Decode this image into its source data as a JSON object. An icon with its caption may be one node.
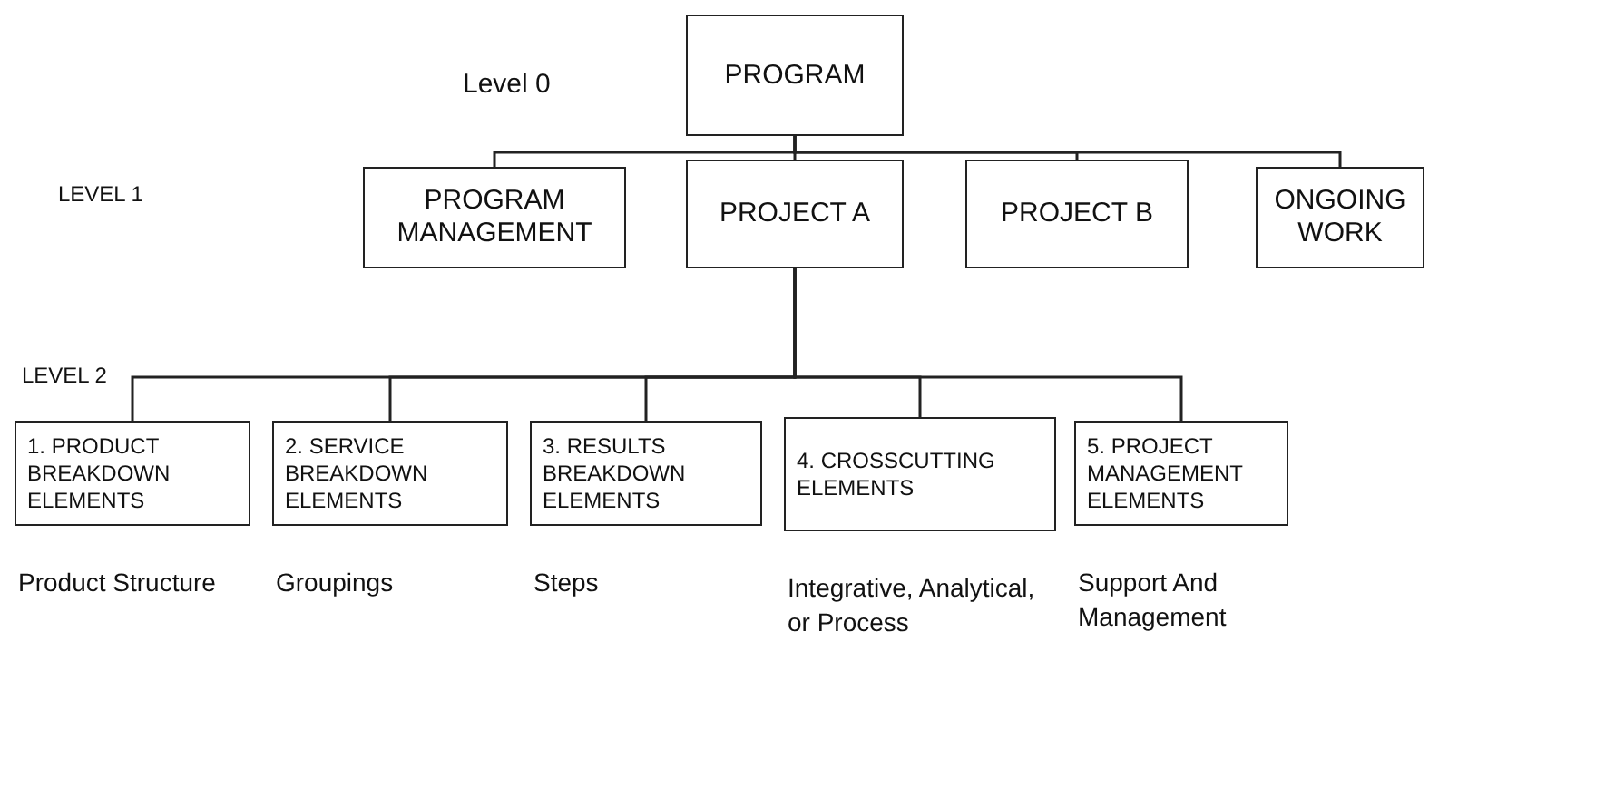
{
  "diagram": {
    "nodes": [
      {
        "text": [
          "PROGRAM"
        ]
      },
      {
        "text": [
          "PROGRAM MANAGEMENT"
        ]
      },
      {
        "text": [
          "PROJECT A"
        ]
      },
      {
        "text": [
          "PROJECT B"
        ]
      },
      {
        "text": [
          "ONGOING WORK"
        ]
      },
      {
        "text": [
          "1. PRODUCT BREAKDOWN ELEMENTS"
        ],
        "beside": [
          "Product Structure"
        ]
      },
      {
        "text": [
          "2. SERVICE BREAKDOWN ELEMENTS"
        ],
        "beside": [
          "Groupings"
        ]
      },
      {
        "text": [
          "3. RESULTS BREAKDOWN ELEMENTS"
        ],
        "beside": [
          "Steps"
        ]
      },
      {
        "text": [
          "4. CROSSCUTTING ELEMENTS"
        ],
        "beside": [
          "Integrative, Analytical, or Process"
        ]
      },
      {
        "text": [
          "5. PROJECT MANAGEMENT ELEMENTS"
        ],
        "beside": [
          "Support And Management"
        ]
      }
    ],
    "edges": [
      {
        "from": 0,
        "to": 1,
        "arrow": "none"
      },
      {
        "from": 0,
        "to": 2,
        "arrow": "none"
      },
      {
        "from": 0,
        "to": 3,
        "arrow": "none"
      },
      {
        "from": 0,
        "to": 4,
        "arrow": "none"
      },
      {
        "from": 2,
        "to": 5,
        "arrow": "none"
      },
      {
        "from": 2,
        "to": 6,
        "arrow": "none"
      },
      {
        "from": 2,
        "to": 7,
        "arrow": "none"
      },
      {
        "from": 2,
        "to": 8,
        "arrow": "none"
      },
      {
        "from": 2,
        "to": 9,
        "arrow": "none"
      }
    ],
    "labels": [
      "Level 0",
      "LEVEL 1",
      "LEVEL 2"
    ]
  }
}
